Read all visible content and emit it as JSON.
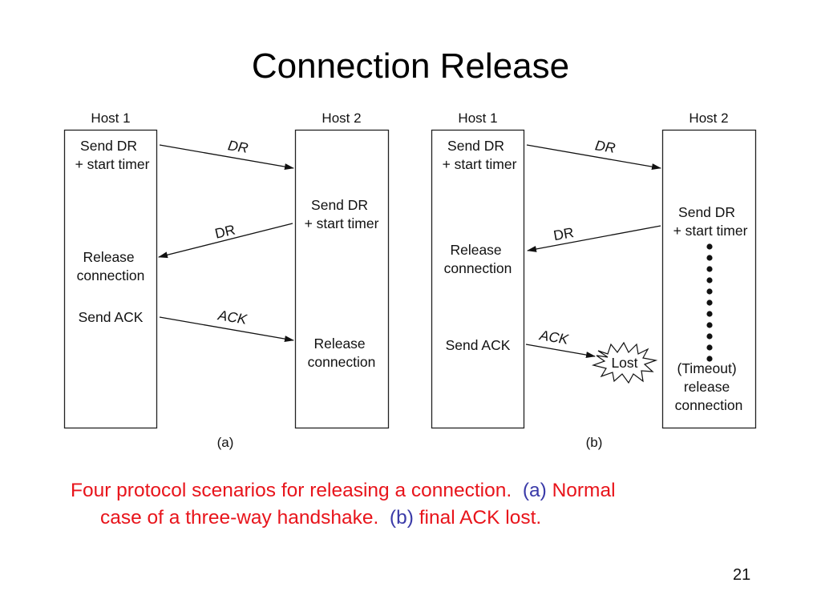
{
  "slide": {
    "title": "Connection Release",
    "page_number": "21"
  },
  "diagram": {
    "panels": [
      {
        "id": "a",
        "label": "(a)",
        "hosts": [
          {
            "name": "Host 1",
            "events": [
              {
                "lines": [
                  "Send DR",
                  "+ start timer"
                ]
              },
              {
                "lines": [
                  "Release",
                  "connection"
                ]
              },
              {
                "lines": [
                  "Send ACK"
                ]
              }
            ]
          },
          {
            "name": "Host 2",
            "events": [
              {
                "lines": [
                  "Send DR",
                  "+ start timer"
                ]
              },
              {
                "lines": [
                  "Release",
                  "connection"
                ]
              }
            ]
          }
        ],
        "messages": [
          {
            "label": "DR",
            "from": "Host 1",
            "to": "Host 2"
          },
          {
            "label": "DR",
            "from": "Host 2",
            "to": "Host 1"
          },
          {
            "label": "ACK",
            "from": "Host 1",
            "to": "Host 2"
          }
        ]
      },
      {
        "id": "b",
        "label": "(b)",
        "hosts": [
          {
            "name": "Host 1",
            "events": [
              {
                "lines": [
                  "Send DR",
                  "+ start timer"
                ]
              },
              {
                "lines": [
                  "Release",
                  "connection"
                ]
              },
              {
                "lines": [
                  "Send ACK"
                ]
              }
            ]
          },
          {
            "name": "Host 2",
            "events": [
              {
                "lines": [
                  "Send DR",
                  "+ start timer"
                ]
              },
              {
                "lines": [
                  "(Timeout)",
                  "release",
                  "connection"
                ]
              }
            ]
          }
        ],
        "messages": [
          {
            "label": "DR",
            "from": "Host 1",
            "to": "Host 2"
          },
          {
            "label": "DR",
            "from": "Host 2",
            "to": "Host 1"
          },
          {
            "label": "ACK",
            "from": "Host 1",
            "to": "Lost"
          }
        ],
        "lost_label": "Lost",
        "timer_dots": 11
      }
    ]
  },
  "caption": {
    "part1": "Four protocol scenarios for releasing a connection.",
    "tag_a": "(a)",
    "part2": "Normal",
    "part3": "case of a three-way handshake.",
    "tag_b": "(b)",
    "part4": "final ACK lost.",
    "text_color": "#e8141b",
    "tag_color": "#3a3aa8"
  }
}
